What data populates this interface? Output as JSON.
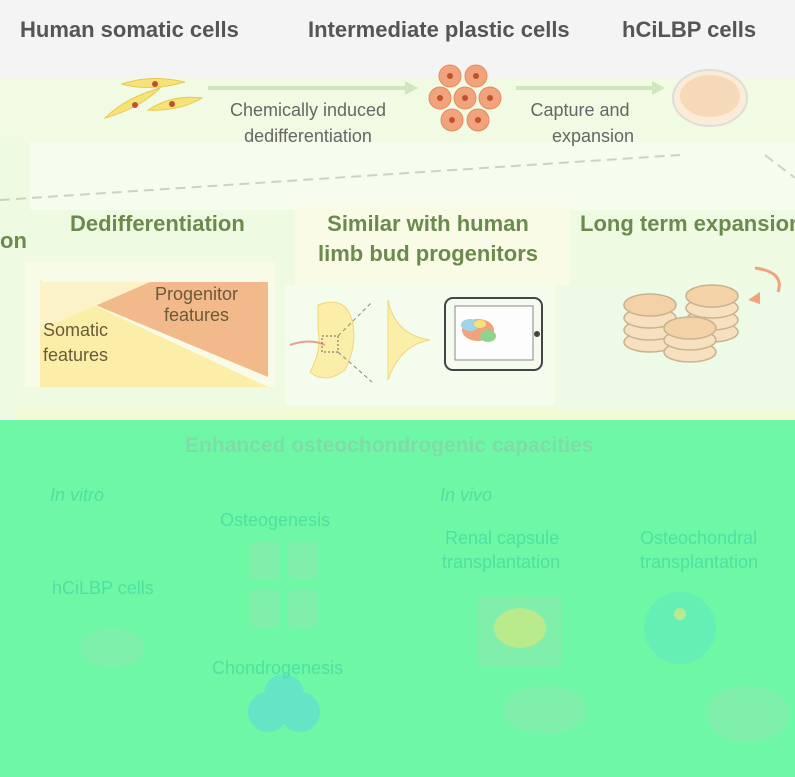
{
  "top": {
    "stage1": "Human somatic cells",
    "stage2": "Intermediate plastic cells",
    "stage3": "hCiLBP cells",
    "arrow1_line1": "Chemically induced",
    "arrow1_line2": "dedifferentiation",
    "arrow2_line1": "Capture and",
    "arrow2_line2": "expansion"
  },
  "panels": {
    "left_cut": "on",
    "dediff_title": "Dedifferentiation",
    "progenitor_label_1": "Progenitor",
    "progenitor_label_2": "features",
    "somatic_label_1": "Somatic",
    "somatic_label_2": "features",
    "similar_title_1": "Similar with human",
    "similar_title_2": "limb bud progenitors",
    "longterm_title": "Long term expansion"
  },
  "bottom": {
    "title": "Enhanced osteochondrogenic capacities",
    "in_vitro": "In vitro",
    "in_vivo": "In vivo",
    "osteogenesis": "Osteogenesis",
    "chondrogenesis": "Chondrogenesis",
    "hcilbp_cells": "hCiLBP cells",
    "renal_1": "Renal capsule",
    "renal_2": "transplantation",
    "osteochondral_1": "Osteochondral",
    "osteochondral_2": "transplantation"
  },
  "colors": {
    "top_band": "#f4f4f4",
    "middle_band": "#f1fbe3",
    "bottom_band": "#6ef8a6",
    "title_green": "#6b8a4e",
    "cell_yellow": "#f7e27a",
    "cell_salmon": "#f0a37c"
  }
}
